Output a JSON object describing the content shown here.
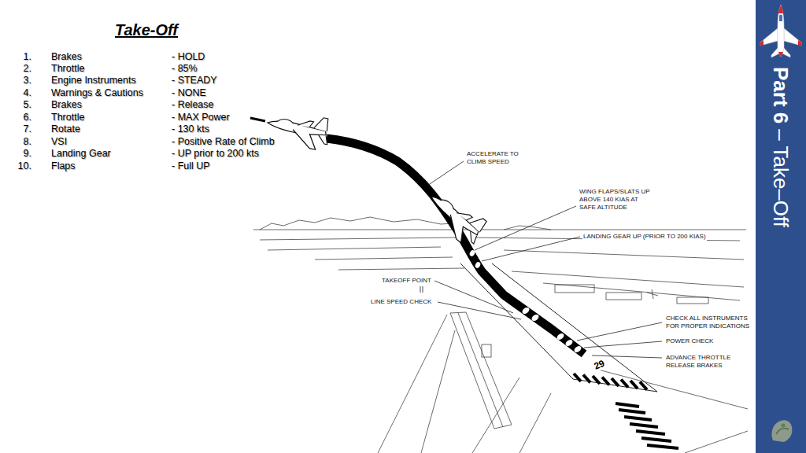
{
  "diagram": {
    "title": "Take-Off",
    "nodes": [
      {
        "text": [
          "Part 6",
          "– Take–Off"
        ]
      }
    ],
    "labels": [
      "1.",
      "Brakes",
      "- HOLD",
      "2.",
      "Throttle",
      "- 85%",
      "3.",
      "Engine Instruments",
      "- STEADY",
      "4.",
      "Warnings & Cautions",
      "- NONE",
      "5.",
      "Brakes",
      "- Release",
      "6.",
      "Throttle",
      "- MAX Power",
      "7.",
      "Rotate",
      "- 130 kts",
      "8.",
      "VSI",
      "- Positive Rate of Climb",
      "9.",
      "Landing Gear",
      "- UP prior to 200 kts",
      "10.",
      "Flaps",
      "- Full UP",
      "ACCELERATE TO CLIMB SPEED",
      "WING FLAPS/SLATS UP ABOVE 140 KIAS AT SAFE ALTITUDE",
      "LANDING GEAR UP (PRIOR TO 200 KIAS)",
      "TAKEOFF POINT",
      "LINE SPEED CHECK",
      "CHECK ALL INSTRUMENTS FOR PROPER INDICATIONS",
      "POWER CHECK",
      "ADVANCE THROTTLE RELEASE BRAKES",
      "29"
    ]
  }
}
